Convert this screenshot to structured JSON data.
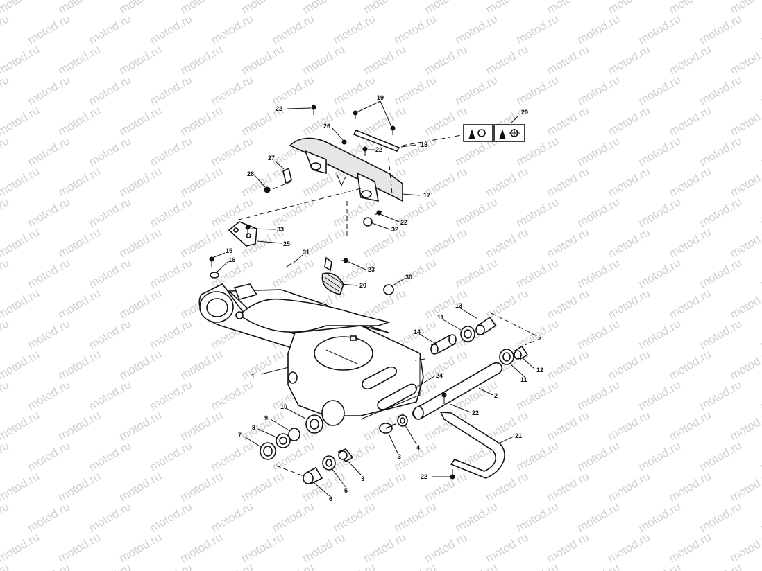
{
  "watermark": {
    "text": "motod.ru"
  },
  "labels": {
    "p1": "1",
    "p2": "2",
    "p3a": "3",
    "p3b": "3",
    "p4": "4",
    "p5": "5",
    "p6": "6",
    "p7": "7",
    "p8": "8",
    "p9": "9",
    "p10": "10",
    "p11a": "11",
    "p11b": "11",
    "p12": "12",
    "p13": "13",
    "p14": "14",
    "p15": "15",
    "p16": "16",
    "p17": "17",
    "p18": "18",
    "p19": "19",
    "p20": "20",
    "p21": "21",
    "p22a": "22",
    "p22b": "22",
    "p22c": "22",
    "p22d": "22",
    "p22e": "22",
    "p23": "23",
    "p24": "24",
    "p25": "25",
    "p26": "26",
    "p27": "27",
    "p28": "28",
    "p29": "29",
    "p30": "30",
    "p31": "31",
    "p32": "32",
    "p33": "33"
  }
}
